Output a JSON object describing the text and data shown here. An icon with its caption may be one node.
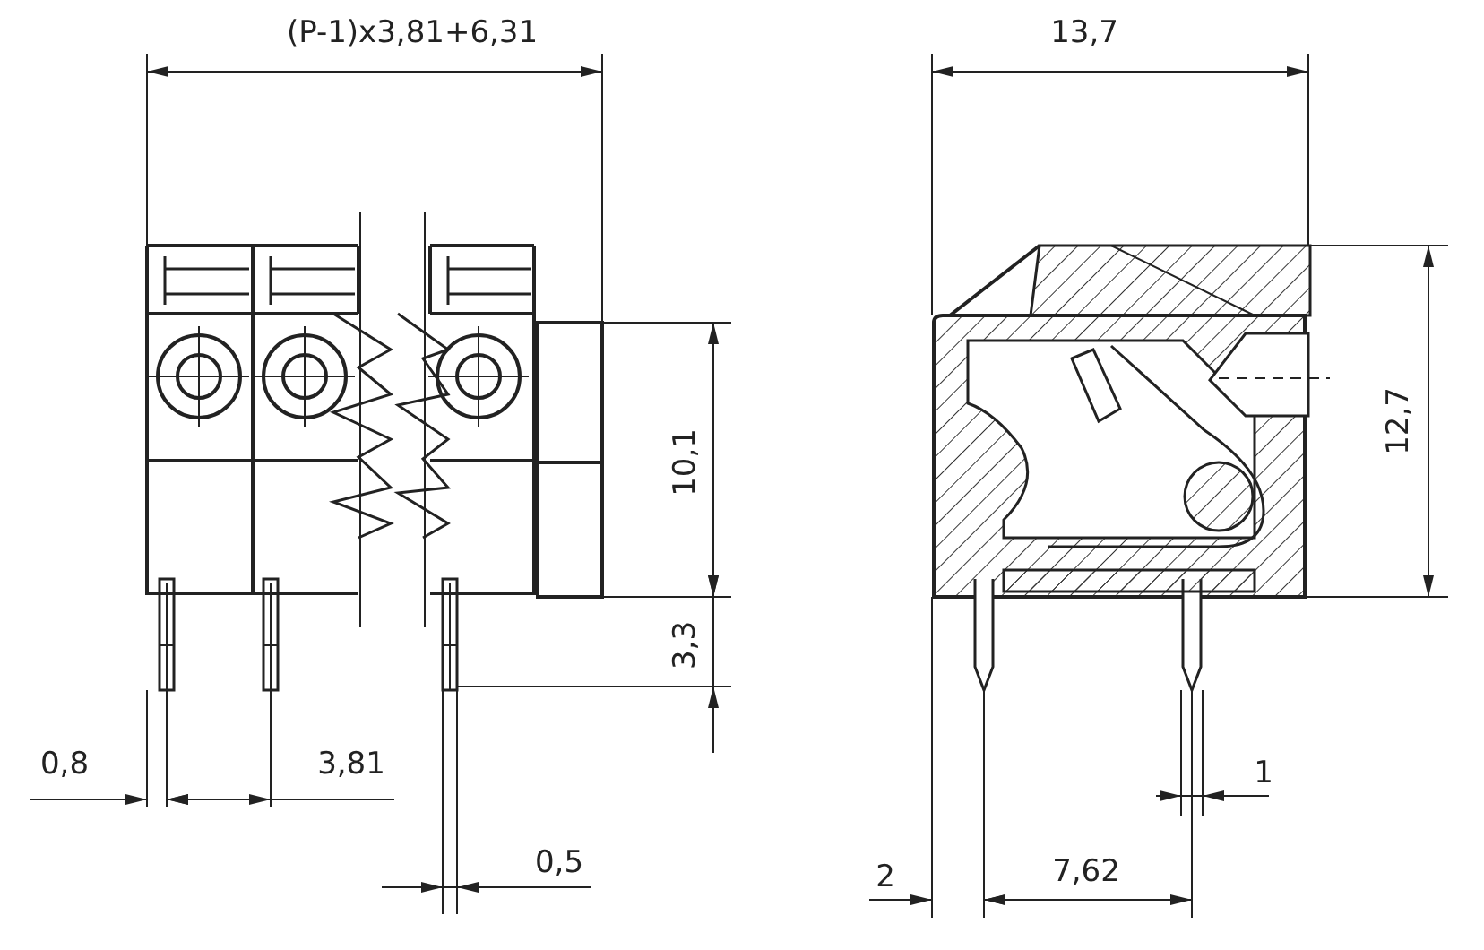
{
  "diagram": {
    "labels": [
      "(P-1)x3,81+6,31",
      "13,7",
      "10,1",
      "12,7",
      "3,3",
      "0,8",
      "3,81",
      "1",
      "0,5",
      "2",
      "7,62"
    ]
  }
}
